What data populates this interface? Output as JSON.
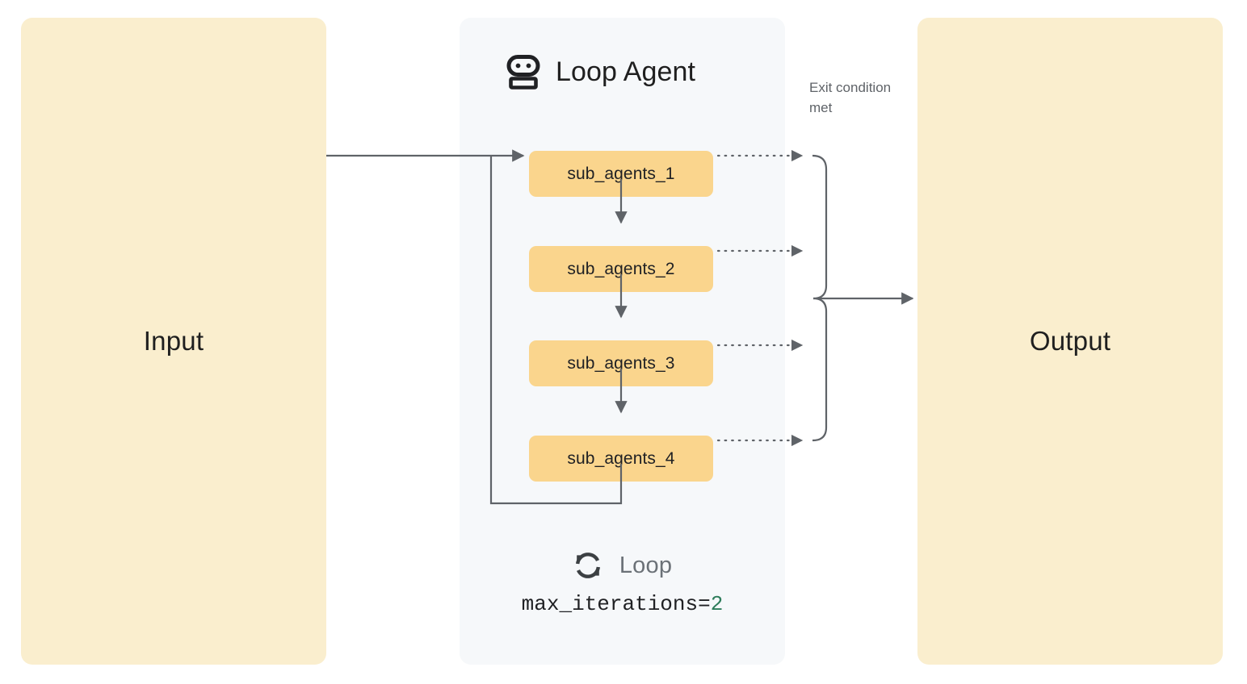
{
  "diagram": {
    "type": "flow",
    "title": "Loop Agent workflow",
    "input_panel": {
      "label": "Input",
      "color": "#faeece"
    },
    "output_panel": {
      "label": "Output",
      "color": "#faeece"
    },
    "loop_panel": {
      "title": "Loop Agent",
      "icon": "robot-icon",
      "background": "#f6f8fa",
      "agents": [
        {
          "label": "sub_agents_1"
        },
        {
          "label": "sub_agents_2"
        },
        {
          "label": "sub_agents_3"
        },
        {
          "label": "sub_agents_4"
        }
      ],
      "agent_color": "#fad58d",
      "footer": {
        "icon": "sync-loop-icon",
        "label": "Loop",
        "param_name": "max_iterations=",
        "param_value": "2",
        "param_value_color": "#2e7d5b"
      }
    },
    "annotations": {
      "exit_condition": "Exit condition met"
    },
    "connector_color": "#5f6368"
  }
}
